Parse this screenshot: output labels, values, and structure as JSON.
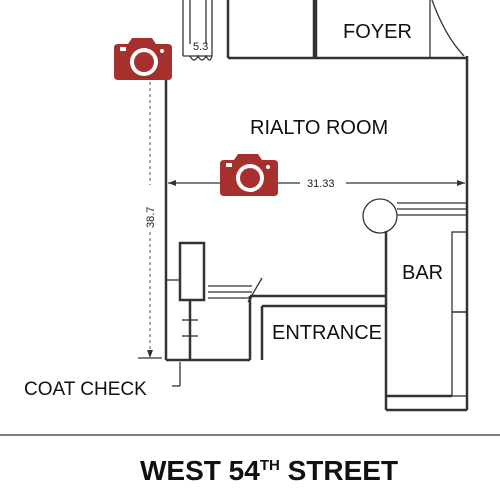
{
  "rooms": {
    "foyer": "FOYER",
    "rialto_room": "RIALTO ROOM",
    "bar": "BAR",
    "entrance": "ENTRANCE",
    "coat_check": "COAT CHECK"
  },
  "dimensions": {
    "top_width": "5.3",
    "room_width": "31.33",
    "room_depth": "38.7"
  },
  "street": {
    "name_prefix": "WEST 54",
    "superscript": "TH",
    "name_suffix": " STREET"
  },
  "icons": {
    "camera_1": "camera-icon",
    "camera_2": "camera-icon"
  },
  "colors": {
    "camera": "#A6302E",
    "walls": "#333333"
  }
}
